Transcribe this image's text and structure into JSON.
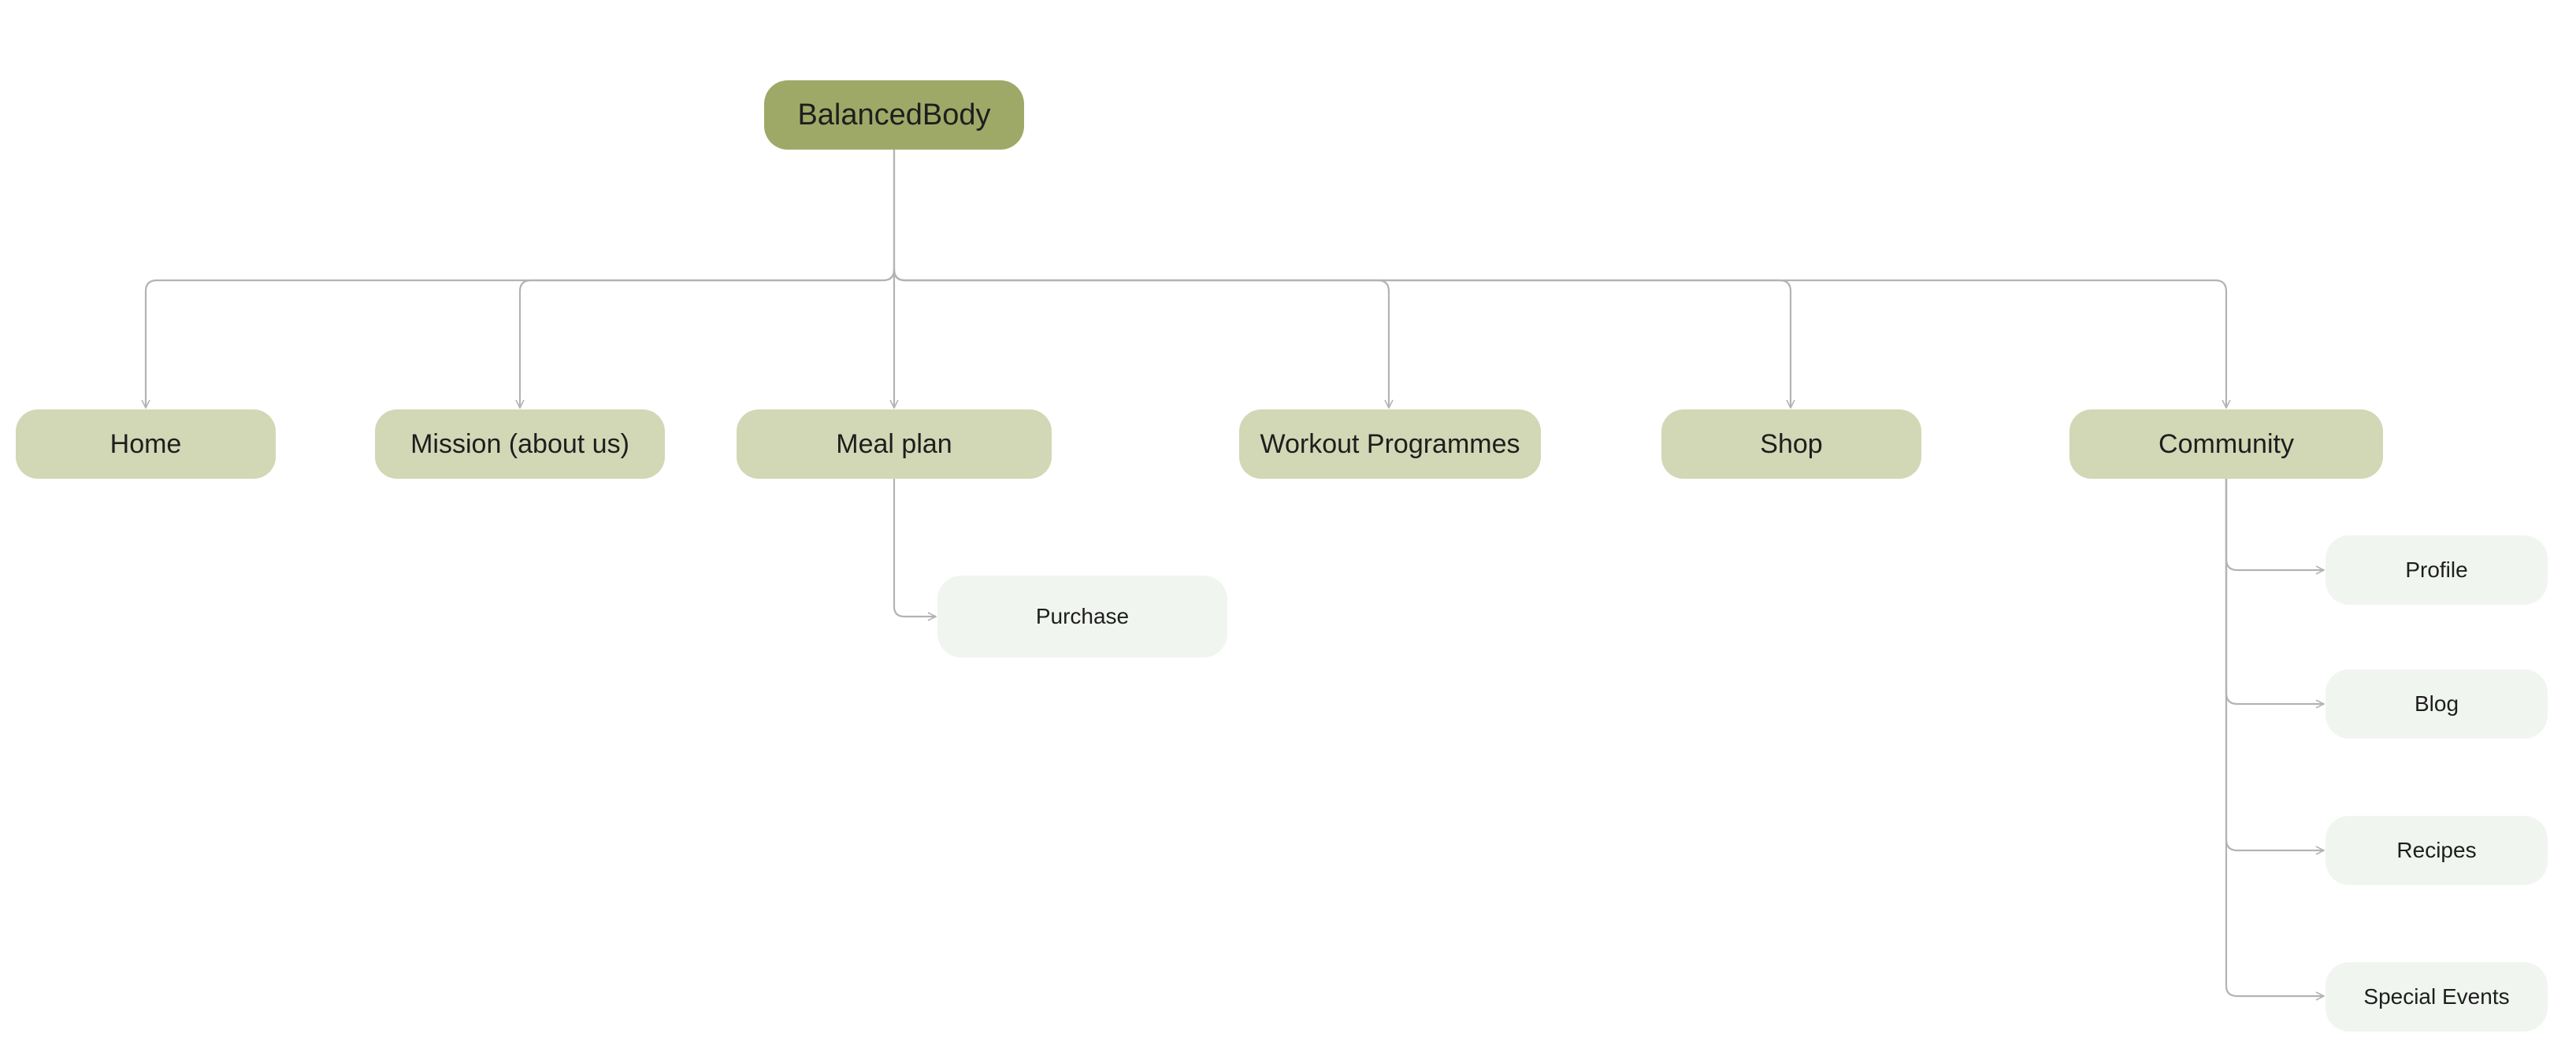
{
  "colors": {
    "root_fill": "#9ea967",
    "section_fill": "#d2d7b5",
    "subpage_fill": "#f1f5f0",
    "connector": "#b3b3b3",
    "text": "#1e1e1e"
  },
  "root": {
    "label": "BalancedBody"
  },
  "sections": [
    {
      "id": "home",
      "label": "Home"
    },
    {
      "id": "mission",
      "label": "Mission (about us)"
    },
    {
      "id": "meal-plan",
      "label": "Meal plan"
    },
    {
      "id": "workout",
      "label": "Workout Programmes"
    },
    {
      "id": "shop",
      "label": "Shop"
    },
    {
      "id": "community",
      "label": "Community"
    }
  ],
  "meal_plan_children": [
    {
      "id": "purchase",
      "label": "Purchase"
    }
  ],
  "community_children": [
    {
      "id": "profile",
      "label": "Profile"
    },
    {
      "id": "blog",
      "label": "Blog"
    },
    {
      "id": "recipes",
      "label": "Recipes"
    },
    {
      "id": "special-events",
      "label": "Special Events"
    }
  ]
}
